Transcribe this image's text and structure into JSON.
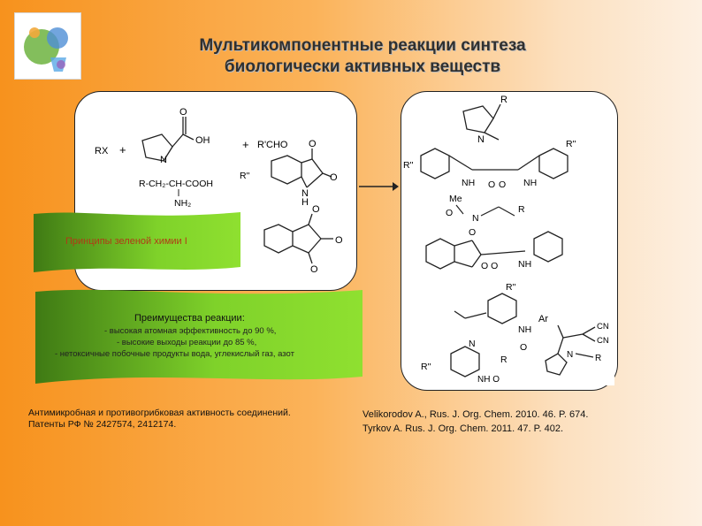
{
  "slide": {
    "title_line1": "Мультикомпонентные реакции синтеза",
    "title_line2": "биологически активных веществ"
  },
  "left_scheme": {
    "rx": "RX",
    "plus1": "+",
    "plus2": "+",
    "o_top": "O",
    "oh": "OH",
    "n_proline": "N",
    "aldehyde": "R'CHO",
    "amino_acid": "R-CH₂-CH-COOH",
    "nh2": "NH₂",
    "isatin_r": "R\"",
    "isatin_o1": "O",
    "isatin_o2": "O",
    "isatin_nh": "N",
    "isatin_h": "H",
    "ninhydrin_o1": "O",
    "ninhydrin_o2": "O",
    "ninhydrin_o3": "O"
  },
  "green_principles": "Принципы зеленой химии I",
  "advantages": {
    "title": "Преимущества реакции:",
    "items": [
      "- высокая атомная эффективность до 90 %,",
      "- высокие выходы реакции до 85 %,",
      "- нетоксичные побочные продукты вода, углекислый газ, азот"
    ]
  },
  "right_scheme": {
    "r_top": "R",
    "n_top": "N",
    "r2_right": "R\"",
    "r2_left": "R\"",
    "nh1": "NH",
    "o1": "O",
    "o2": "O",
    "nh2": "NH",
    "me": "Me",
    "o3": "O",
    "n_mid": "N",
    "r_mid": "R",
    "o4": "O",
    "oo": "O O",
    "nh3": "NH",
    "r2_mid": "R\"",
    "nh4": "NH",
    "n_low": "N",
    "o5": "O",
    "r_low": "R",
    "r2_low": "R\"",
    "nh_o": "NH O",
    "ref_ar": "Ar",
    "ref_cn1": "CN",
    "ref_cn2": "CN",
    "ref_n": "N",
    "ref_r": "R"
  },
  "bottom_left": {
    "line1": "Антимикробная и противогрибковая активность соединений.",
    "line2": "Патенты РФ № 2427574, 2412174."
  },
  "bottom_right": {
    "line1": "Velikorodov A., Rus. J. Org. Chem. 2010. 46. P. 674.",
    "line2": "Tyrkov A. Rus. J. Org. Chem. 2011. 47. P. 402."
  },
  "colors": {
    "background_left": "#f7921d",
    "background_right": "#fdf0e2",
    "banner_green": "#7fd22a",
    "banner_dark_green": "#3f7a14",
    "banner_text": "#b13a16"
  }
}
